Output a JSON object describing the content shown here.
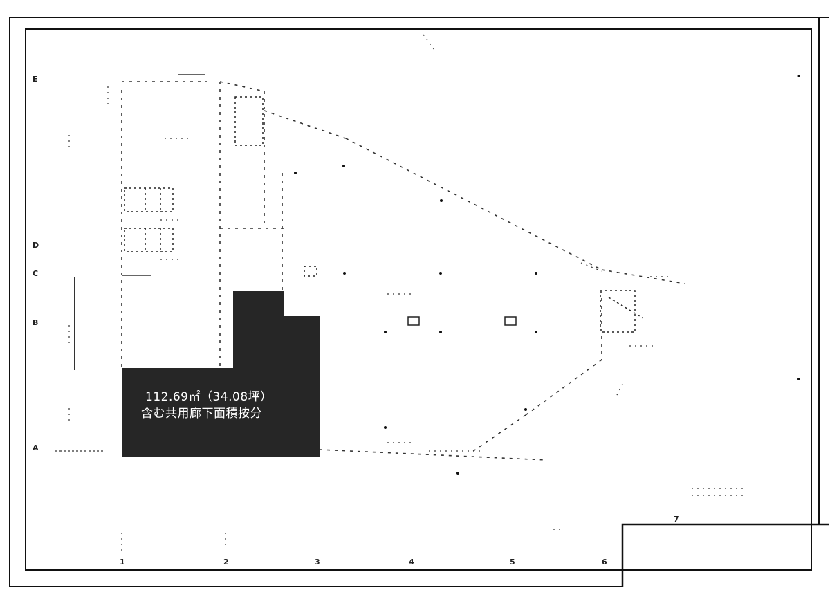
{
  "floor_plan": {
    "area_label": {
      "line1": "112.69㎡（34.08坪）",
      "line2": "含む共用廊下面積按分"
    },
    "grid_labels": {
      "x": [
        "1",
        "2",
        "3",
        "4",
        "5",
        "6",
        "7"
      ],
      "y": [
        "A",
        "B",
        "C",
        "D",
        "E"
      ]
    },
    "colors": {
      "highlight": "#262626",
      "line": "#111111"
    }
  }
}
